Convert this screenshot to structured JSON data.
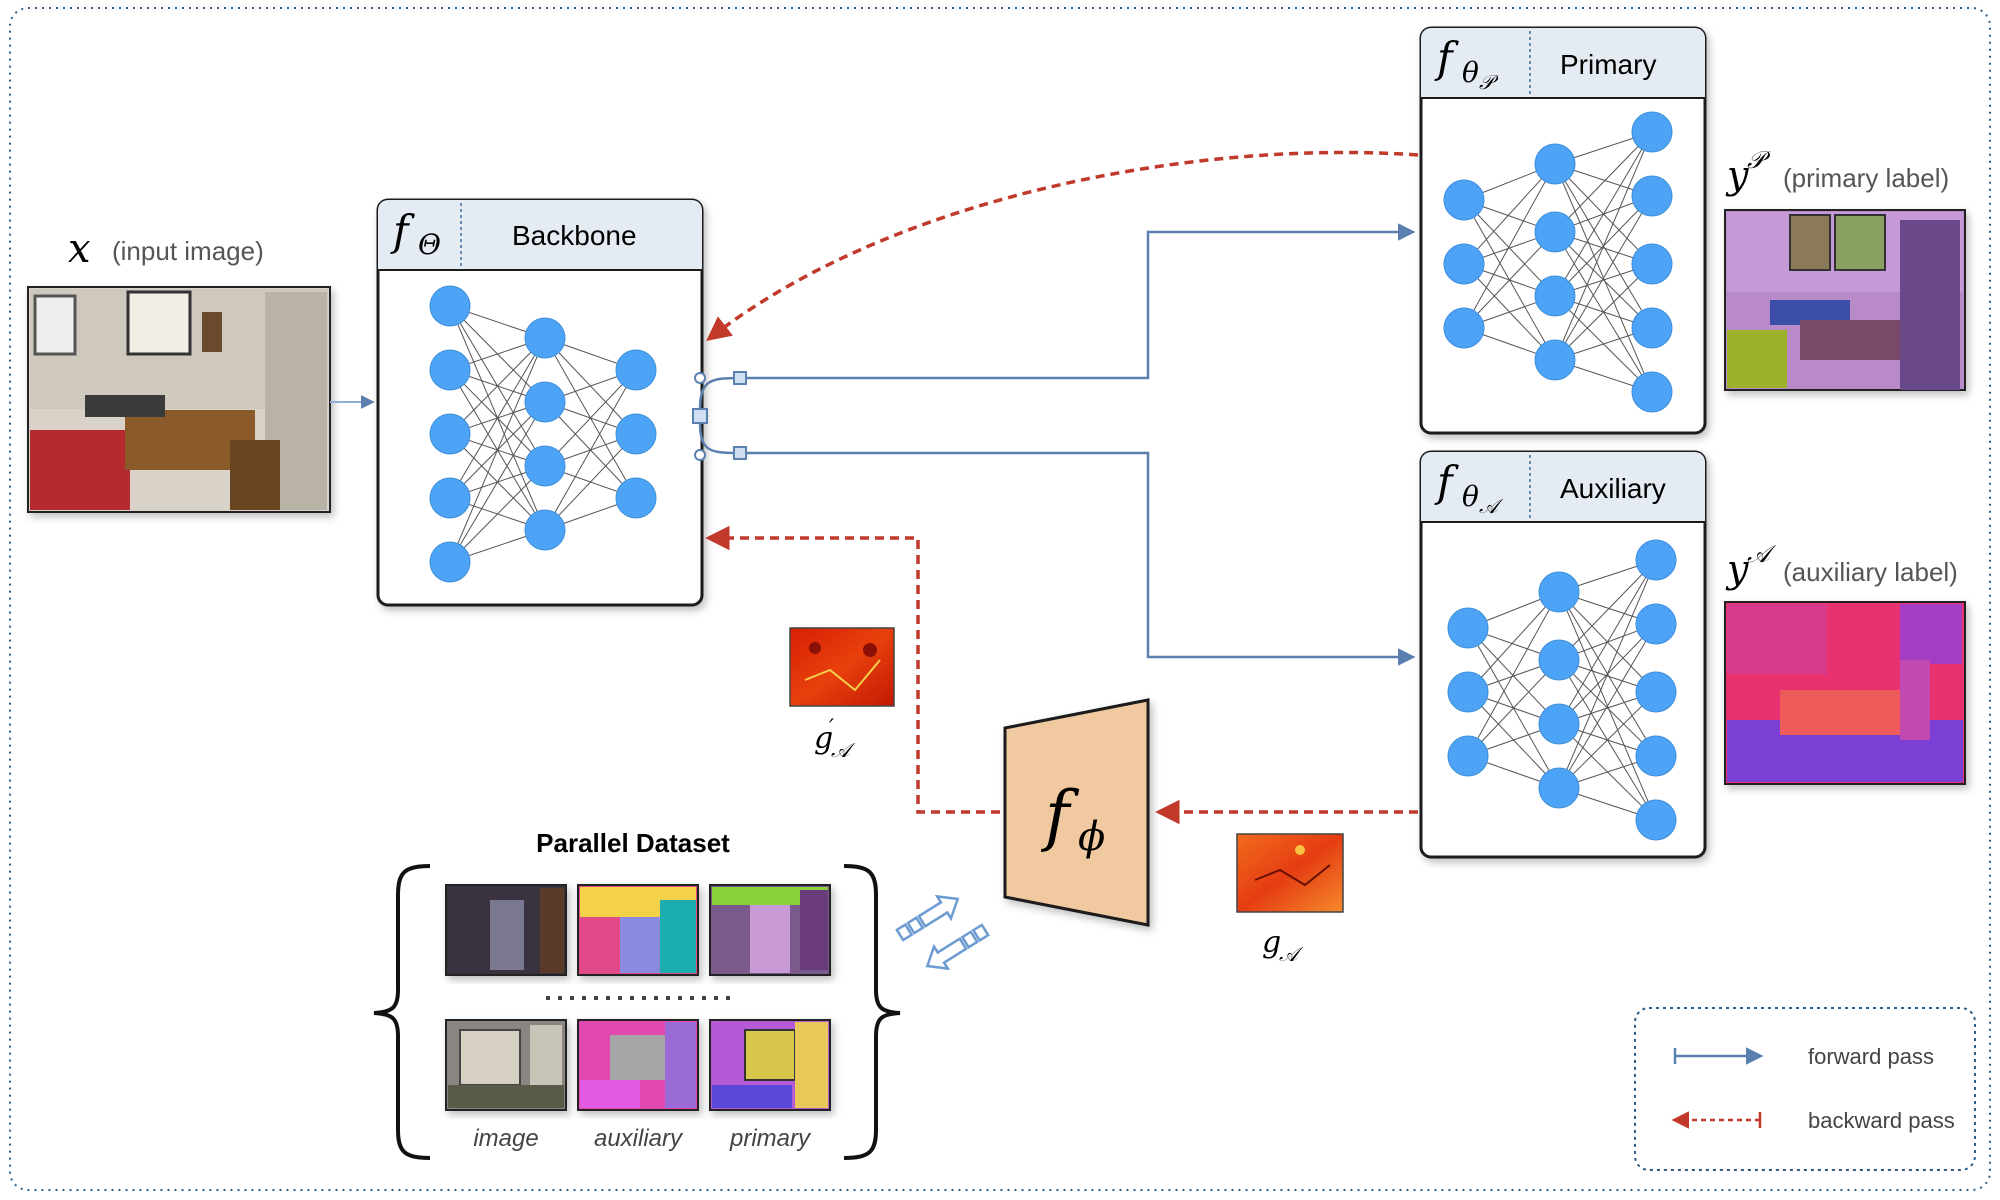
{
  "input": {
    "symbol": "x",
    "label": "(input image)"
  },
  "backbone": {
    "symbol": "f",
    "sub": "Θ",
    "label": "Backbone"
  },
  "primary_net": {
    "symbol": "f",
    "sub": "θ",
    "subsub": "𝒫",
    "label": "Primary"
  },
  "auxiliary_net": {
    "symbol": "f",
    "sub": "θ",
    "subsub": "𝒜",
    "label": "Auxiliary"
  },
  "primary_label": {
    "symbol": "y",
    "sup": "𝒫",
    "label": "(primary label)"
  },
  "auxiliary_label": {
    "symbol": "y",
    "sup": "𝒜",
    "label": "(auxiliary label)"
  },
  "transform": {
    "symbol": "f",
    "sub": "ϕ"
  },
  "gradients": {
    "g_prime": {
      "symbol": "g",
      "prime": "′",
      "sub": "𝒜"
    },
    "g": {
      "symbol": "g",
      "sub": "𝒜"
    }
  },
  "dataset": {
    "title": "Parallel Dataset",
    "columns": [
      "image",
      "auxiliary",
      "primary"
    ]
  },
  "legend": {
    "forward": "forward pass",
    "backward": "backward pass"
  },
  "colors": {
    "forward": "#5b7fae",
    "backward": "#c0392b",
    "node": "#4da3f5",
    "transform": "#f1c9a0",
    "header": "#e4ebf2"
  }
}
